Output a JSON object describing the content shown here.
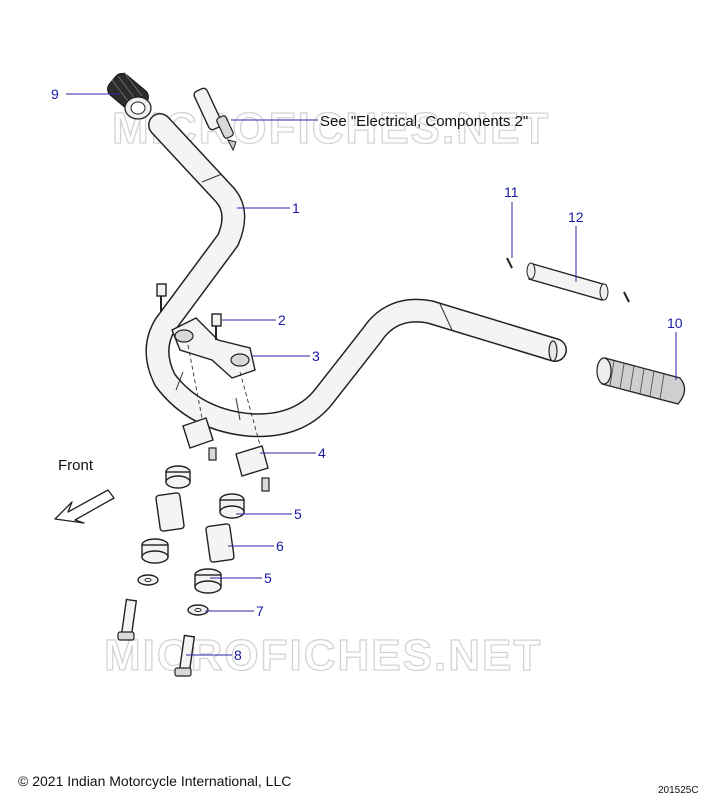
{
  "callouts": {
    "c1": "1",
    "c2": "2",
    "c3": "3",
    "c4": "4",
    "c5a": "5",
    "c5b": "5",
    "c6": "6",
    "c7": "7",
    "c8": "8",
    "c9": "9",
    "c10": "10",
    "c11": "11",
    "c12": "12"
  },
  "note": "See \"Electrical, Components 2\"",
  "direction_label": "Front",
  "watermark": "MICROFICHES.NET",
  "copyright": "© 2021 Indian Motorcycle International, LLC",
  "diagram_code": "201525C",
  "colors": {
    "callout": "#1a1aa6",
    "line": "#222222",
    "watermark": "#d4d4d4"
  }
}
